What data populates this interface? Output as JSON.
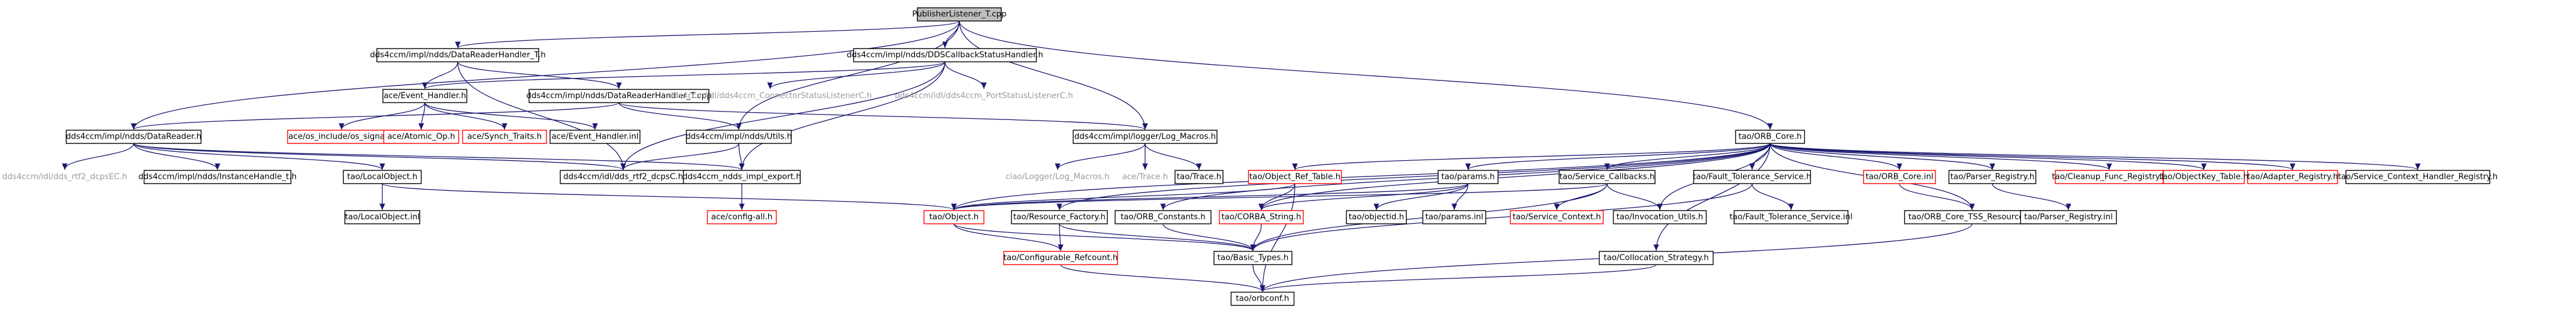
{
  "colors": {
    "edge": "#191970",
    "root_fill": "#bfbfbf",
    "node_fill": "#ffffff",
    "node_border": "#000000",
    "external_border": "#ff0000",
    "external_text": "#ff0000",
    "missing_text": "#999999",
    "text": "#000000"
  },
  "nodes": [
    {
      "id": "root",
      "label": "PublisherListener_T.cpp",
      "style": "root"
    },
    {
      "id": "drh_t_h",
      "label": "dds4ccm/impl/ndds/DataReaderHandler_T.h",
      "style": "normal"
    },
    {
      "id": "dds_cb",
      "label": "dds4ccm/impl/ndds/DDSCallbackStatusHandler.h",
      "style": "normal"
    },
    {
      "id": "event_handler",
      "label": "ace/Event_Handler.h",
      "style": "normal"
    },
    {
      "id": "drh_t_cpp",
      "label": "dds4ccm/impl/ndds/DataReaderHandler_T.cpp",
      "style": "normal"
    },
    {
      "id": "conn_status",
      "label": "dds4ccm/idl/dds4ccm_ConnectorStatusListenerC.h",
      "style": "missing"
    },
    {
      "id": "port_status",
      "label": "dds4ccm/idl/dds4ccm_PortStatusListenerC.h",
      "style": "missing"
    },
    {
      "id": "datareader",
      "label": "dds4ccm/impl/ndds/DataReader.h",
      "style": "normal"
    },
    {
      "id": "os_signal",
      "label": "ace/os_include/os_signal.h",
      "style": "external"
    },
    {
      "id": "atomic_op",
      "label": "ace/Atomic_Op.h",
      "style": "external"
    },
    {
      "id": "synch_traits",
      "label": "ace/Synch_Traits.h",
      "style": "external"
    },
    {
      "id": "event_handler_inl",
      "label": "ace/Event_Handler.inl",
      "style": "normal"
    },
    {
      "id": "utils",
      "label": "dds4ccm/impl/ndds/Utils.h",
      "style": "normal"
    },
    {
      "id": "log_macros",
      "label": "dds4ccm/impl/logger/Log_Macros.h",
      "style": "normal"
    },
    {
      "id": "orb_core",
      "label": "tao/ORB_Core.h",
      "style": "normal"
    },
    {
      "id": "rtf2_dcpsec",
      "label": "dds4ccm/idl/dds_rtf2_dcpsEC.h",
      "style": "missing"
    },
    {
      "id": "instance_handle",
      "label": "dds4ccm/impl/ndds/InstanceHandle_t.h",
      "style": "normal"
    },
    {
      "id": "localobject_h",
      "label": "tao/LocalObject.h",
      "style": "normal"
    },
    {
      "id": "rtf2_dcpsc",
      "label": "dds4ccm/idl/dds_rtf2_dcpsC.h",
      "style": "normal"
    },
    {
      "id": "ndds_export",
      "label": "dds4ccm_ndds_impl_export.h",
      "style": "normal"
    },
    {
      "id": "ciao_log",
      "label": "ciao/Logger/Log_Macros.h",
      "style": "missing"
    },
    {
      "id": "ace_trace",
      "label": "ace/Trace.h",
      "style": "missing"
    },
    {
      "id": "tao_trace",
      "label": "tao/Trace.h",
      "style": "normal"
    },
    {
      "id": "obj_ref_table",
      "label": "tao/Object_Ref_Table.h",
      "style": "external"
    },
    {
      "id": "params",
      "label": "tao/params.h",
      "style": "normal"
    },
    {
      "id": "service_callbacks",
      "label": "tao/Service_Callbacks.h",
      "style": "normal"
    },
    {
      "id": "fault_tol",
      "label": "tao/Fault_Tolerance_Service.h",
      "style": "normal"
    },
    {
      "id": "orb_core_inl",
      "label": "tao/ORB_Core.inl",
      "style": "external"
    },
    {
      "id": "parser_registry",
      "label": "tao/Parser_Registry.h",
      "style": "normal"
    },
    {
      "id": "cleanup_func",
      "label": "tao/Cleanup_Func_Registry.h",
      "style": "external"
    },
    {
      "id": "objectkey_table",
      "label": "tao/ObjectKey_Table.h",
      "style": "external"
    },
    {
      "id": "adapter_registry",
      "label": "tao/Adapter_Registry.h",
      "style": "external"
    },
    {
      "id": "svc_ctx_handler",
      "label": "tao/Service_Context_Handler_Registry.h",
      "style": "normal"
    },
    {
      "id": "localobject_inl",
      "label": "tao/LocalObject.inl",
      "style": "normal"
    },
    {
      "id": "config_all",
      "label": "ace/config-all.h",
      "style": "external"
    },
    {
      "id": "tao_object",
      "label": "tao/Object.h",
      "style": "external"
    },
    {
      "id": "resource_factory",
      "label": "tao/Resource_Factory.h",
      "style": "normal"
    },
    {
      "id": "orb_constants",
      "label": "tao/ORB_Constants.h",
      "style": "normal"
    },
    {
      "id": "corba_string",
      "label": "tao/CORBA_String.h",
      "style": "external"
    },
    {
      "id": "objectid",
      "label": "tao/objectid.h",
      "style": "normal"
    },
    {
      "id": "params_inl",
      "label": "tao/params.inl",
      "style": "normal"
    },
    {
      "id": "service_context",
      "label": "tao/Service_Context.h",
      "style": "external"
    },
    {
      "id": "invocation_utils",
      "label": "tao/Invocation_Utils.h",
      "style": "normal"
    },
    {
      "id": "fault_tol_inl",
      "label": "tao/Fault_Tolerance_Service.inl",
      "style": "normal"
    },
    {
      "id": "tss_resources",
      "label": "tao/ORB_Core_TSS_Resources.h",
      "style": "normal"
    },
    {
      "id": "parser_registry_inl",
      "label": "tao/Parser_Registry.inl",
      "style": "normal"
    },
    {
      "id": "configurable_refcount",
      "label": "tao/Configurable_Refcount.h",
      "style": "external"
    },
    {
      "id": "basic_types",
      "label": "tao/Basic_Types.h",
      "style": "normal"
    },
    {
      "id": "collocation_strategy",
      "label": "tao/Collocation_Strategy.h",
      "style": "normal"
    },
    {
      "id": "orbconf",
      "label": "tao/orbconf.h",
      "style": "normal"
    }
  ],
  "edges": [
    [
      "root",
      "drh_t_h"
    ],
    [
      "root",
      "dds_cb"
    ],
    [
      "root",
      "datareader"
    ],
    [
      "root",
      "log_macros"
    ],
    [
      "root",
      "orb_core"
    ],
    [
      "root",
      "utils"
    ],
    [
      "drh_t_h",
      "event_handler"
    ],
    [
      "drh_t_h",
      "drh_t_cpp"
    ],
    [
      "drh_t_h",
      "rtf2_dcpsc"
    ],
    [
      "dds_cb",
      "event_handler"
    ],
    [
      "dds_cb",
      "conn_status"
    ],
    [
      "dds_cb",
      "port_status"
    ],
    [
      "dds_cb",
      "ndds_export"
    ],
    [
      "dds_cb",
      "rtf2_dcpsc"
    ],
    [
      "event_handler",
      "os_signal"
    ],
    [
      "event_handler",
      "atomic_op"
    ],
    [
      "event_handler",
      "synch_traits"
    ],
    [
      "event_handler",
      "event_handler_inl"
    ],
    [
      "drh_t_cpp",
      "datareader"
    ],
    [
      "drh_t_cpp",
      "utils"
    ],
    [
      "drh_t_cpp",
      "log_macros"
    ],
    [
      "datareader",
      "rtf2_dcpsec"
    ],
    [
      "datareader",
      "instance_handle"
    ],
    [
      "datareader",
      "localobject_h"
    ],
    [
      "datareader",
      "rtf2_dcpsc"
    ],
    [
      "datareader",
      "ndds_export"
    ],
    [
      "utils",
      "rtf2_dcpsc"
    ],
    [
      "utils",
      "ndds_export"
    ],
    [
      "log_macros",
      "ciao_log"
    ],
    [
      "log_macros",
      "ace_trace"
    ],
    [
      "log_macros",
      "tao_trace"
    ],
    [
      "localobject_h",
      "localobject_inl"
    ],
    [
      "localobject_h",
      "tao_object"
    ],
    [
      "ndds_export",
      "config_all"
    ],
    [
      "orb_core",
      "obj_ref_table"
    ],
    [
      "orb_core",
      "params"
    ],
    [
      "orb_core",
      "service_callbacks"
    ],
    [
      "orb_core",
      "fault_tol"
    ],
    [
      "orb_core",
      "orb_core_inl"
    ],
    [
      "orb_core",
      "parser_registry"
    ],
    [
      "orb_core",
      "cleanup_func"
    ],
    [
      "orb_core",
      "objectkey_table"
    ],
    [
      "orb_core",
      "adapter_registry"
    ],
    [
      "orb_core",
      "svc_ctx_handler"
    ],
    [
      "orb_core",
      "tao_object"
    ],
    [
      "orb_core",
      "resource_factory"
    ],
    [
      "orb_core",
      "orb_constants"
    ],
    [
      "orb_core",
      "corba_string"
    ],
    [
      "orb_core",
      "tss_resources"
    ],
    [
      "orb_core",
      "collocation_strategy"
    ],
    [
      "orb_core",
      "invocation_utils"
    ],
    [
      "obj_ref_table",
      "tao_object"
    ],
    [
      "obj_ref_table",
      "corba_string"
    ],
    [
      "obj_ref_table",
      "orbconf"
    ],
    [
      "params",
      "objectid"
    ],
    [
      "params",
      "params_inl"
    ],
    [
      "params",
      "corba_string"
    ],
    [
      "params",
      "tao_object"
    ],
    [
      "service_callbacks",
      "service_context"
    ],
    [
      "service_callbacks",
      "invocation_utils"
    ],
    [
      "service_callbacks",
      "basic_types"
    ],
    [
      "service_callbacks",
      "tao_object"
    ],
    [
      "fault_tol",
      "fault_tol_inl"
    ],
    [
      "fault_tol",
      "basic_types"
    ],
    [
      "orb_core_inl",
      "tss_resources"
    ],
    [
      "parser_registry",
      "parser_registry_inl"
    ],
    [
      "tss_resources",
      "orbconf"
    ],
    [
      "tao_object",
      "configurable_refcount"
    ],
    [
      "tao_object",
      "basic_types"
    ],
    [
      "resource_factory",
      "configurable_refcount"
    ],
    [
      "resource_factory",
      "basic_types"
    ],
    [
      "orb_constants",
      "basic_types"
    ],
    [
      "corba_string",
      "basic_types"
    ],
    [
      "basic_types",
      "orbconf"
    ],
    [
      "configurable_refcount",
      "orbconf"
    ],
    [
      "collocation_strategy",
      "orbconf"
    ]
  ]
}
